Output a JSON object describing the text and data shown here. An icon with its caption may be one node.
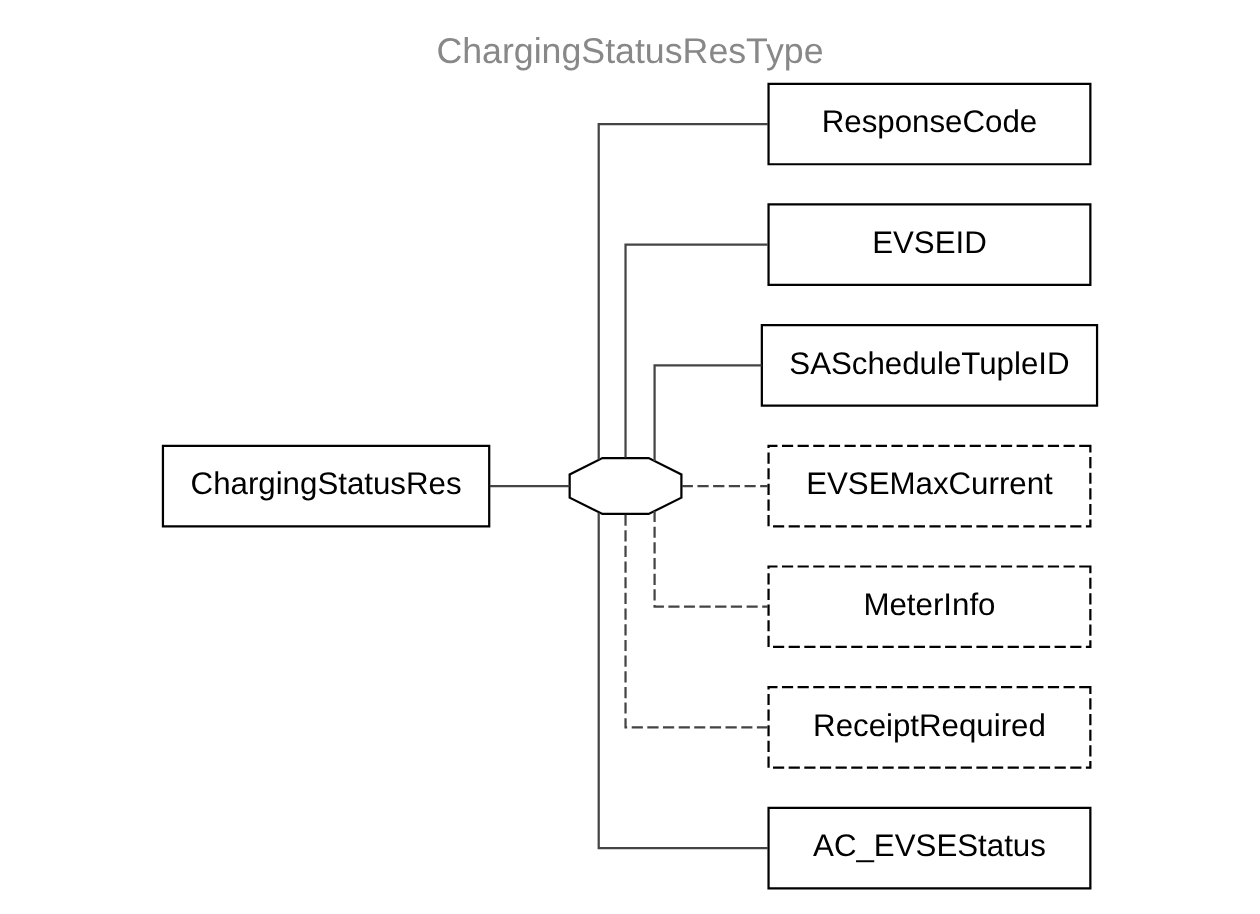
{
  "diagram": {
    "title": "ChargingStatusResType",
    "nodes": [
      {
        "text": [
          "ChargingStatusRes"
        ]
      },
      {
        "text": [],
        "shape": "octagon"
      },
      {
        "text": [
          "ResponseCode"
        ]
      },
      {
        "text": [
          "EVSEID"
        ]
      },
      {
        "text": [
          "SAScheduleTupleID"
        ]
      },
      {
        "text": [
          "EVSEMaxCurrent"
        ]
      },
      {
        "text": [
          "MeterInfo"
        ]
      },
      {
        "text": [
          "ReceiptRequired"
        ]
      },
      {
        "text": [
          "AC_EVSEStatus"
        ]
      }
    ],
    "edges": [
      {
        "from": 0,
        "to": 1,
        "arrow": "none"
      },
      {
        "from": 1,
        "to": 2,
        "arrow": "none"
      },
      {
        "from": 1,
        "to": 3,
        "arrow": "none"
      },
      {
        "from": 1,
        "to": 4,
        "arrow": "none"
      },
      {
        "from": 1,
        "to": 5,
        "arrow": "none",
        "style": "dashed"
      },
      {
        "from": 1,
        "to": 6,
        "arrow": "none",
        "style": "dashed"
      },
      {
        "from": 1,
        "to": 7,
        "arrow": "none",
        "style": "dashed"
      },
      {
        "from": 1,
        "to": 8,
        "arrow": "none"
      }
    ]
  }
}
